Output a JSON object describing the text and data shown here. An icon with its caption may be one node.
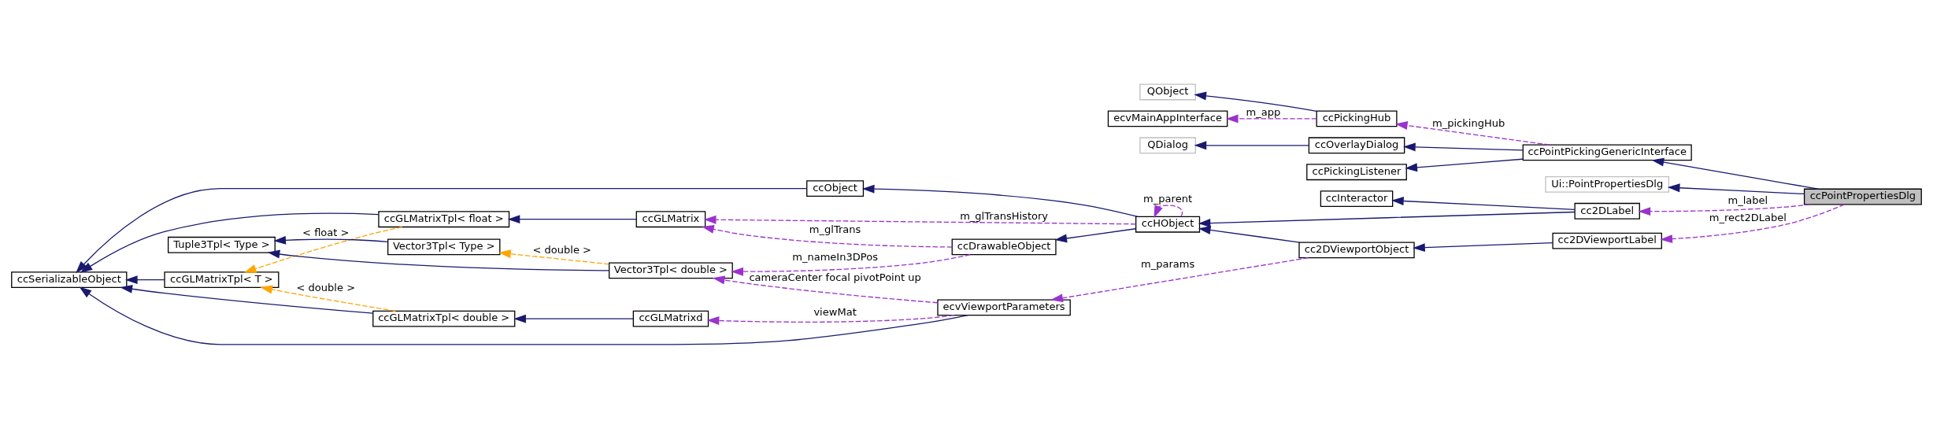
{
  "diagram": {
    "nodes": [
      {
        "text": [
          "ccPointPropertiesDlg"
        ]
      },
      {
        "text": [
          "ccPointPickingGenericInterface"
        ]
      },
      {
        "text": [
          "Ui::PointPropertiesDlg"
        ]
      },
      {
        "text": [
          "cc2DLabel"
        ]
      },
      {
        "text": [
          "cc2DViewportLabel"
        ]
      },
      {
        "text": [
          "ccPickingHub"
        ]
      },
      {
        "text": [
          "ccOverlayDialog"
        ]
      },
      {
        "text": [
          "ccPickingListener"
        ]
      },
      {
        "text": [
          "QObject"
        ]
      },
      {
        "text": [
          "ecvMainAppInterface"
        ]
      },
      {
        "text": [
          "QDialog"
        ]
      },
      {
        "text": [
          "ccInteractor"
        ]
      },
      {
        "text": [
          "ccHObject"
        ]
      },
      {
        "text": [
          "cc2DViewportObject"
        ]
      },
      {
        "text": [
          "ccObject"
        ]
      },
      {
        "text": [
          "ccDrawableObject"
        ]
      },
      {
        "text": [
          "ccGLMatrix"
        ]
      },
      {
        "text": [
          "ecvViewportParameters"
        ]
      },
      {
        "text": [
          "ccGLMatrixTpl< float >"
        ]
      },
      {
        "text": [
          "Vector3Tpl< double >"
        ]
      },
      {
        "text": [
          "ccGLMatrixd"
        ]
      },
      {
        "text": [
          "ccGLMatrixTpl< T >"
        ]
      },
      {
        "text": [
          "Vector3Tpl< Type >"
        ]
      },
      {
        "text": [
          "Tuple3Tpl< Type >"
        ]
      },
      {
        "text": [
          "ccGLMatrixTpl< double >"
        ]
      },
      {
        "text": [
          "ccSerializableObject"
        ]
      }
    ],
    "edges": [
      {
        "from": 0,
        "to": 1,
        "arrow": "to"
      },
      {
        "from": 0,
        "to": 2,
        "arrow": "to"
      },
      {
        "from": 0,
        "to": 3,
        "arrow": "to",
        "label": "m_label",
        "style": "dashed",
        "color": "#9a32cd"
      },
      {
        "from": 0,
        "to": 4,
        "arrow": "to",
        "label": "m_rect2DLabel",
        "style": "dashed",
        "color": "#9a32cd"
      },
      {
        "from": 1,
        "to": 5,
        "arrow": "to",
        "label": "m_pickingHub",
        "style": "dashed",
        "color": "#9a32cd"
      },
      {
        "from": 1,
        "to": 6,
        "arrow": "to"
      },
      {
        "from": 1,
        "to": 7,
        "arrow": "to"
      },
      {
        "from": 5,
        "to": 8,
        "arrow": "to"
      },
      {
        "from": 5,
        "to": 9,
        "arrow": "to",
        "label": "m_app",
        "style": "dashed",
        "color": "#9a32cd"
      },
      {
        "from": 6,
        "to": 10,
        "arrow": "to"
      },
      {
        "from": 3,
        "to": 11,
        "arrow": "to"
      },
      {
        "from": 3,
        "to": 12,
        "arrow": "to"
      },
      {
        "from": 4,
        "to": 13,
        "arrow": "to"
      },
      {
        "from": 13,
        "to": 12,
        "arrow": "to"
      },
      {
        "from": 13,
        "to": 17,
        "arrow": "to",
        "label": "m_params",
        "style": "dashed",
        "color": "#9a32cd"
      },
      {
        "from": 12,
        "to": 12,
        "arrow": "to",
        "label": "m_parent",
        "style": "dashed",
        "color": "#9a32cd"
      },
      {
        "from": 12,
        "to": 14,
        "arrow": "to"
      },
      {
        "from": 12,
        "to": 15,
        "arrow": "to"
      },
      {
        "from": 12,
        "to": 16,
        "arrow": "to",
        "label": "m_glTransHistory",
        "style": "dashed",
        "color": "#9a32cd"
      },
      {
        "from": 14,
        "to": 25,
        "arrow": "to"
      },
      {
        "from": 15,
        "to": 16,
        "arrow": "to",
        "label": "m_glTrans",
        "style": "dashed",
        "color": "#9a32cd"
      },
      {
        "from": 15,
        "to": 19,
        "arrow": "to",
        "label": "m_nameIn3DPos",
        "style": "dashed",
        "color": "#9a32cd"
      },
      {
        "from": 16,
        "to": 18,
        "arrow": "to"
      },
      {
        "from": 17,
        "to": 19,
        "arrow": "to",
        "label": "cameraCenter focal pivotPoint up",
        "style": "dashed",
        "color": "#9a32cd"
      },
      {
        "from": 17,
        "to": 20,
        "arrow": "to",
        "label": "viewMat",
        "style": "dashed",
        "color": "#9a32cd"
      },
      {
        "from": 17,
        "to": 25,
        "arrow": "to"
      },
      {
        "from": 18,
        "to": 25,
        "arrow": "to"
      },
      {
        "from": 18,
        "to": 21,
        "arrow": "to",
        "label": "< float >",
        "style": "dashed",
        "color": "#ffa500"
      },
      {
        "from": 19,
        "to": 22,
        "arrow": "to",
        "label": "< double >",
        "style": "dashed",
        "color": "#ffa500"
      },
      {
        "from": 19,
        "to": 23,
        "arrow": "to"
      },
      {
        "from": 20,
        "to": 24,
        "arrow": "to"
      },
      {
        "from": 21,
        "to": 25,
        "arrow": "to"
      },
      {
        "from": 22,
        "to": 23,
        "arrow": "to"
      },
      {
        "from": 24,
        "to": 25,
        "arrow": "to"
      },
      {
        "from": 24,
        "to": 21,
        "arrow": "to",
        "label": "< double >",
        "style": "dashed",
        "color": "#ffa500"
      }
    ]
  }
}
